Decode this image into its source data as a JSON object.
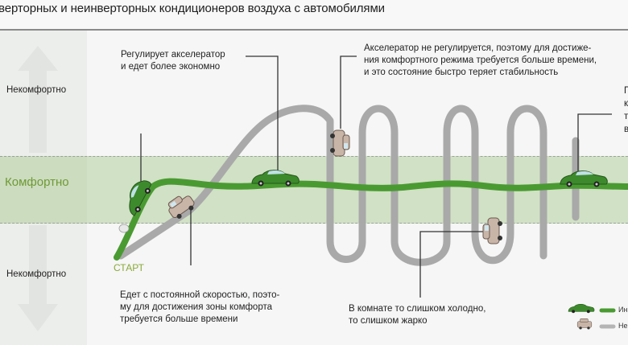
{
  "title": "верторных и неинверторных кондиционеров воздуха с автомобилями",
  "zones": {
    "upper": "Некомфортно",
    "comfort": "Комфортно",
    "lower": "Некомфортно"
  },
  "start_label": "СТАРТ",
  "callouts": {
    "inverter_economy": [
      "Регулирует акселератор",
      "и едет более экономно"
    ],
    "noninverter_unstable": [
      "Акселератор не регулируется, поэтому для достиже-",
      "ния комфортного режима требуется больше времени,",
      "и это состояние быстро теряет стабильность"
    ],
    "noninverter_slow": [
      "Едет с постоянной скоростью, поэто-",
      "му для достижения зоны комфорта",
      "требуется больше времени"
    ],
    "noninverter_swing": [
      "В комнате то слишком холодно,",
      "то слишком жарко"
    ],
    "inverter_right_truncated": [
      "П",
      "к",
      "т",
      "в"
    ]
  },
  "legend": [
    {
      "label": "Ин",
      "color": "#4a9a32",
      "icon": "green-sedan-icon"
    },
    {
      "label": "Не",
      "color": "#b5b5b5",
      "icon": "gray-hatchback-icon"
    }
  ],
  "colors": {
    "inverter_path": "#4a9a32",
    "noninverter_path": "#a9a9a9",
    "comfort_zone": "#c8dcb4",
    "comfort_text": "#6f9a36",
    "start_text": "#8aaa3a"
  }
}
